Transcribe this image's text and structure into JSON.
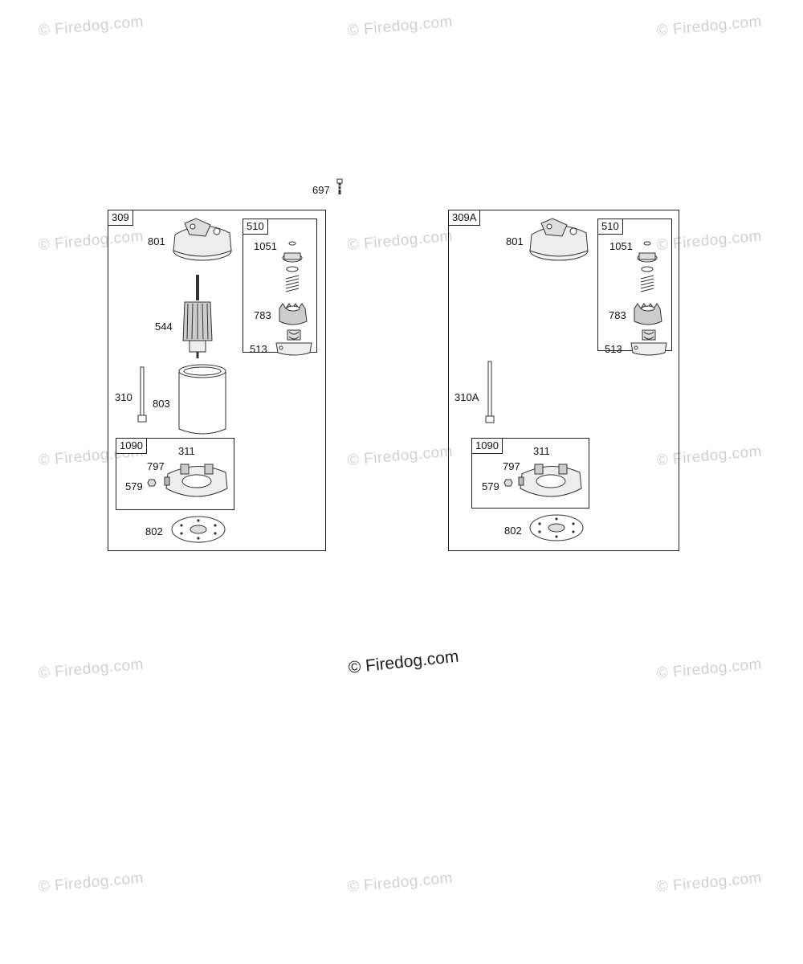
{
  "watermark": "© Firedog.com",
  "center_watermark": "© Firedog.com",
  "top_part": "697",
  "left": {
    "assembly": "309",
    "kit_510": {
      "id": "510",
      "p1051": "1051",
      "p783": "783",
      "p513": "513"
    },
    "p801": "801",
    "p544": "544",
    "p310": "310",
    "p803": "803",
    "kit_1090": {
      "id": "1090",
      "p311": "311",
      "p797": "797",
      "p579": "579"
    },
    "p802": "802"
  },
  "right": {
    "assembly": "309A",
    "kit_510": {
      "id": "510",
      "p1051": "1051",
      "p783": "783",
      "p513": "513"
    },
    "p801": "801",
    "p310": "310A",
    "kit_1090": {
      "id": "1090",
      "p311": "311",
      "p797": "797",
      "p579": "579"
    },
    "p802": "802"
  }
}
